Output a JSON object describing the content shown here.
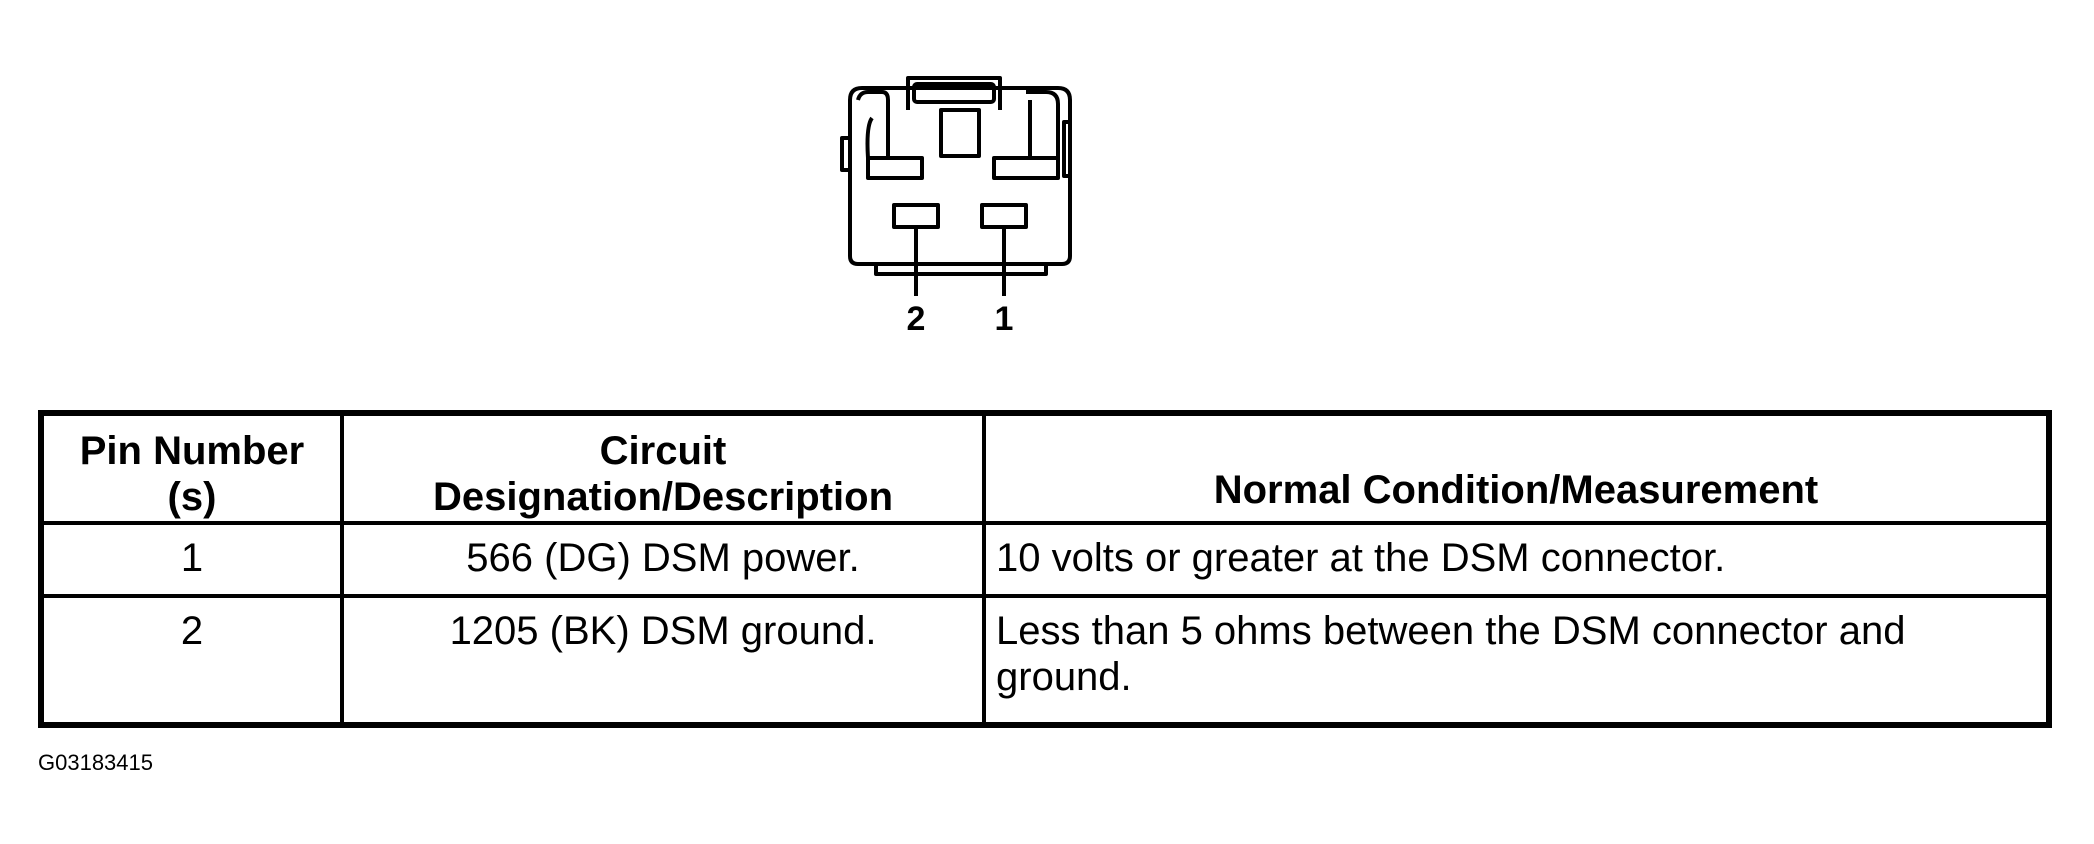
{
  "connector": {
    "pin_labels": [
      "2",
      "1"
    ]
  },
  "table": {
    "headers": {
      "pin": [
        "Pin Number",
        "(s)"
      ],
      "circuit": [
        "Circuit",
        "Designation/Description"
      ],
      "condition": "Normal Condition/Measurement"
    },
    "rows": [
      {
        "pin": "1",
        "circuit": "566 (DG) DSM power.",
        "condition": "10 volts or greater at the DSM connector."
      },
      {
        "pin": "2",
        "circuit": "1205 (BK) DSM ground.",
        "condition": "Less than 5 ohms between the DSM connector and ground."
      }
    ]
  },
  "figure_id": "G03183415"
}
